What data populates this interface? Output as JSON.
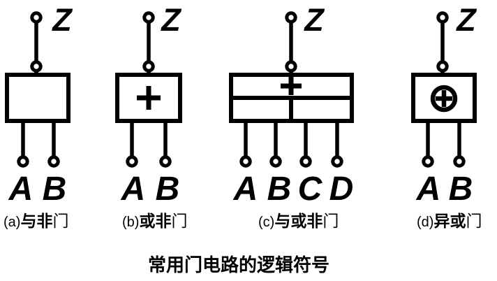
{
  "figure": {
    "title": "常用门电路的逻辑符号"
  },
  "colors": {
    "ink": "#000000",
    "background": "#ffffff"
  },
  "gates": [
    {
      "caption_prefix": "(a)",
      "caption_name_bold": "与非",
      "caption_name_rest": "门",
      "output_label": "Z",
      "input_labels": [
        "A",
        "B"
      ],
      "box_symbol": "none"
    },
    {
      "caption_prefix": "(b)",
      "caption_name_bold": "或非",
      "caption_name_rest": "门",
      "output_label": "Z",
      "input_labels": [
        "A",
        "B"
      ],
      "box_symbol": "plus"
    },
    {
      "caption_prefix": "(c)",
      "caption_name_bold": "与或非",
      "caption_name_rest": "门",
      "output_label": "Z",
      "input_labels": [
        "A",
        "B",
        "C",
        "D"
      ],
      "box_symbol": "plus"
    },
    {
      "caption_prefix": "(d)",
      "caption_name_bold": "异或",
      "caption_name_rest": "门",
      "output_label": "Z",
      "input_labels": [
        "A",
        "B"
      ],
      "box_symbol": "circled-plus"
    }
  ]
}
